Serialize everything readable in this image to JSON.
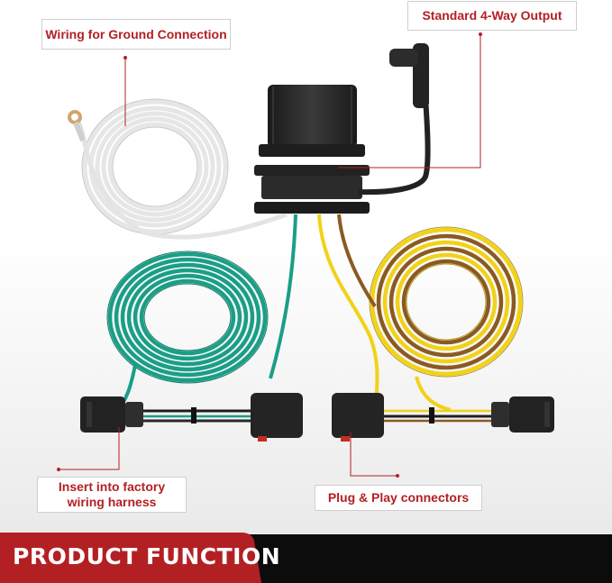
{
  "callouts": {
    "ground": "Wiring for Ground Connection",
    "output": "Standard 4-Way Output",
    "insert_line1": "Insert into factory",
    "insert_line2": "wiring harness",
    "plug": "Plug & Play connectors"
  },
  "banner": {
    "title": "PRODUCT FUNCTION"
  },
  "colors": {
    "accent": "#b32024",
    "wire_white": "#e8e8e8",
    "wire_green": "#1b9e86",
    "wire_yellow": "#f1d21a",
    "wire_brown": "#8a5a22",
    "connector": "#222222",
    "banner_black": "#0c0c0c"
  },
  "icons": [
    "ring-terminal-icon",
    "dust-cap-icon"
  ]
}
